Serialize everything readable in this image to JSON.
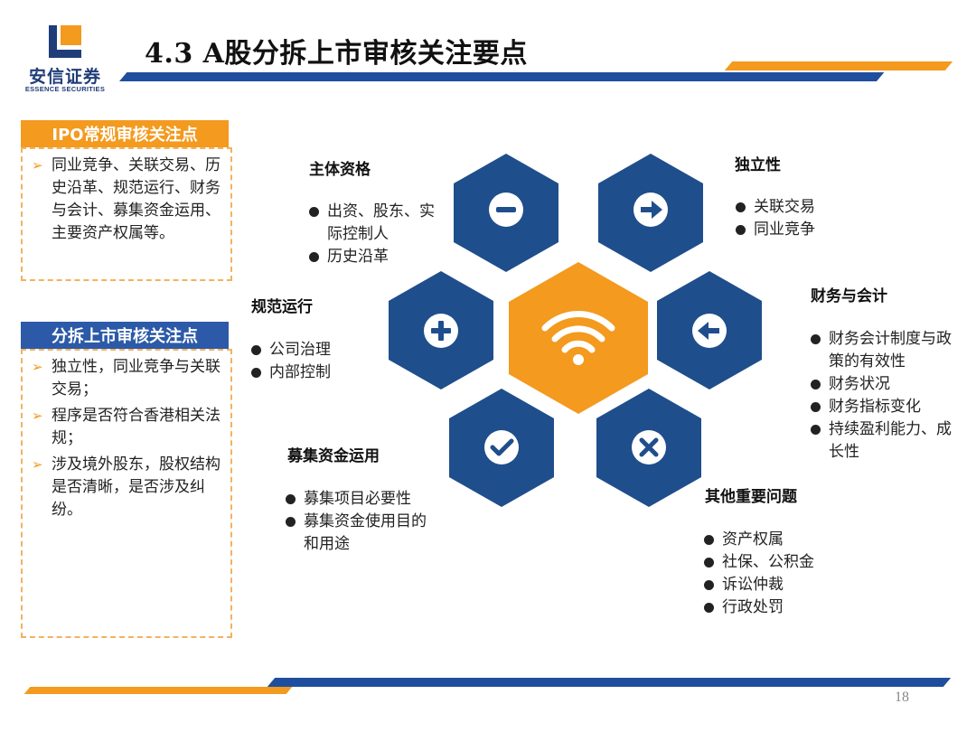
{
  "header": {
    "logo_cn": "安信证券",
    "logo_en": "ESSENCE SECURITIES",
    "title": "4.3 A股分拆上市审核关注要点",
    "page_number": "18"
  },
  "ipo_box": {
    "title": "IPO常规审核关注点",
    "items": [
      "同业竞争、关联交易、历史沿革、规范运行、财务与会计、募集资金运用、主要资产权属等。"
    ]
  },
  "split_box": {
    "title": "分拆上市审核关注点",
    "items": [
      "独立性，同业竞争与关联交易；",
      "程序是否符合香港相关法规；",
      "涉及境外股东，股权结构是否清晰，是否涉及纠纷。"
    ]
  },
  "sections": {
    "subject": {
      "title": "主体资格",
      "items": [
        "出资、股东、实际控制人",
        "历史沿革"
      ],
      "icon": "minus-icon"
    },
    "independence": {
      "title": "独立性",
      "items": [
        "关联交易",
        "同业竞争"
      ],
      "icon": "arrow-right-icon"
    },
    "governance": {
      "title": "规范运行",
      "items": [
        "公司治理",
        "内部控制"
      ],
      "icon": "plus-icon"
    },
    "finance": {
      "title": "财务与会计",
      "items": [
        "财务会计制度与政策的有效性",
        "财务状况",
        "财务指标变化",
        "持续盈利能力、成长性"
      ],
      "icon": "arrow-left-icon"
    },
    "funds": {
      "title": "募集资金运用",
      "items": [
        "募集项目必要性",
        "募集资金使用目的和用途"
      ],
      "icon": "check-icon"
    },
    "other": {
      "title": "其他重要问题",
      "items": [
        "资产权属",
        "社保、公积金",
        "诉讼仲裁",
        "行政处罚"
      ],
      "icon": "x-icon"
    }
  },
  "center_icon": "wifi-icon",
  "colors": {
    "navy": "#1f4e8c",
    "orange": "#f39a1f",
    "blue": "#1f4e9e"
  }
}
